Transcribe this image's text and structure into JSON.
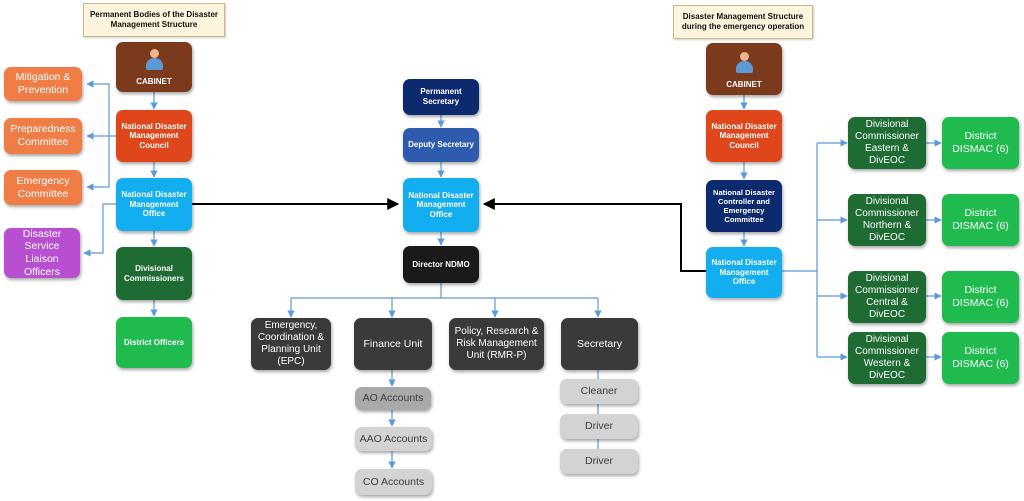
{
  "headers": {
    "left": "Permanent Bodies of the Disaster Management Structure",
    "right": "Disaster Management Structure during the emergency operation"
  },
  "left": {
    "cabinet": "CABINET",
    "ndmc": "National Disaster Management Council",
    "ndmo": "National Disaster Management Office",
    "divisional": "Divisional Commissioners",
    "district": "District Officers",
    "mitigation": "Mitigation & Prevention",
    "preparedness": "Preparedness Committee",
    "emergency": "Emergency Committee",
    "liaison": "Disaster Service Liaison Officers"
  },
  "center": {
    "permanent_secretary": "Permanent Secretary",
    "deputy_secretary": "Deputy Secretary",
    "ndmo": "National Disaster Management Office",
    "director": "Director NDMO",
    "epc": "Emergency, Coordination & Planning Unit (EPC)",
    "finance": "Finance Unit",
    "policy": "Policy, Research & Risk Management Unit (RMR-P)",
    "secretary": "Secretary",
    "ao": "AO Accounts",
    "aao": "AAO Accounts",
    "co": "CO Accounts",
    "cleaner": "Cleaner",
    "driver1": "Driver",
    "driver2": "Driver"
  },
  "right": {
    "cabinet": "CABINET",
    "ndmc": "National Disaster Management Council",
    "controller": "National Disaster Controller and Emergency Committee",
    "ndmo": "National Disaster Management Office",
    "div_eastern": "Divisional Commissioner Eastern & DivEOC",
    "div_northern": "Divisional Commissioner Northern & DivEOC",
    "div_central": "Divisional Commissioner Central & DivEOC",
    "div_western": "Divisional Commissioner Western & DivEOC",
    "dismac1": "District DISMAC (6)",
    "dismac2": "District DISMAC (6)",
    "dismac3": "District DISMAC (6)",
    "dismac4": "District DISMAC (6)"
  },
  "colors": {
    "cabinet": "#7b3a1c",
    "council": "#e0461b",
    "committee": "#ef7d45",
    "office": "#12aeef",
    "dark_green": "#1e6b33",
    "green": "#1fbb4f",
    "purple": "#b84fd0",
    "navy": "#0d2a6e",
    "blue": "#2f5bae",
    "black": "#1a1a1a",
    "dark_gray": "#3a3a3a",
    "light_gray": "#d3d3d3",
    "connector": "#5b9bd5"
  },
  "icons": {
    "cabinet": "person-icon"
  }
}
